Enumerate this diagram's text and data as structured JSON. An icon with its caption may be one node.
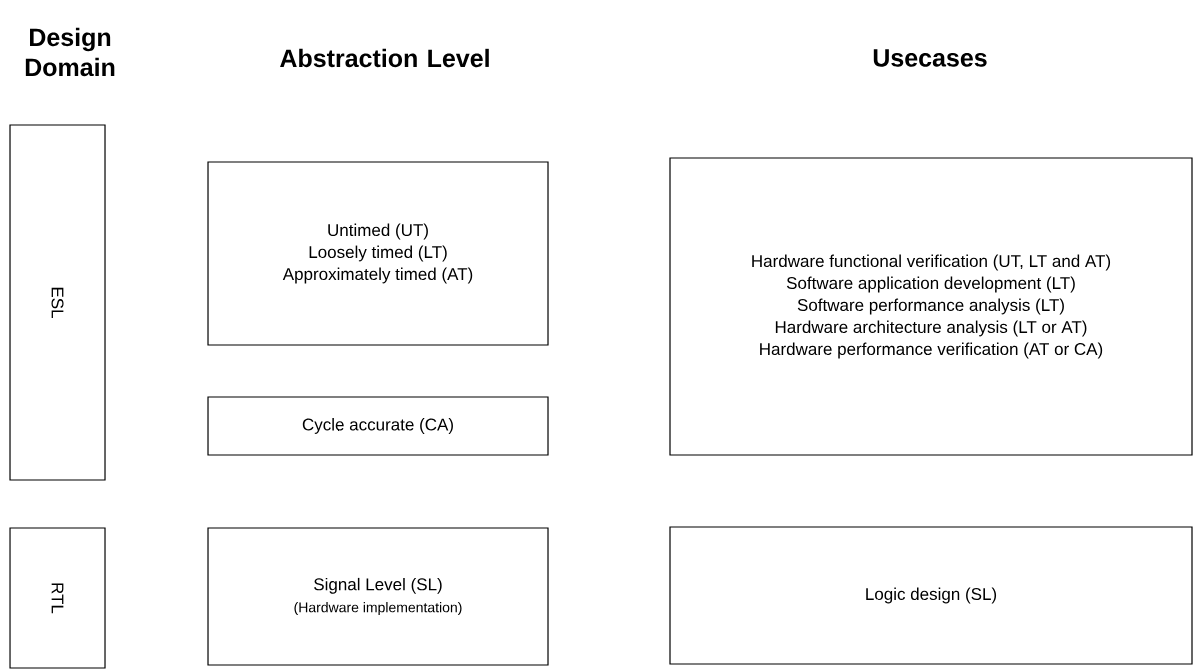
{
  "diagram": {
    "nodes": [
      {
        "text": [
          "ESL"
        ]
      },
      {
        "text": [
          "Untimed (UT)",
          "Loosely timed (LT)",
          "Approximately timed (AT)"
        ]
      },
      {
        "text": [
          "Cycle accurate (CA)"
        ]
      },
      {
        "text": [
          "Hardware functional verification (UT, LT and AT)",
          "Software application development (LT)",
          "Software performance analysis (LT)",
          "Hardware architecture analysis (LT or AT)",
          "Hardware performance verification (AT or CA)"
        ]
      },
      {
        "text": [
          "RTL"
        ]
      },
      {
        "text": [
          "Signal Level (SL)",
          "(Hardware implementation)"
        ]
      },
      {
        "text": [
          "Logic design (SL)"
        ]
      }
    ],
    "labels": [
      "Design Domain",
      "Abstraction Level",
      "Usecases"
    ]
  }
}
